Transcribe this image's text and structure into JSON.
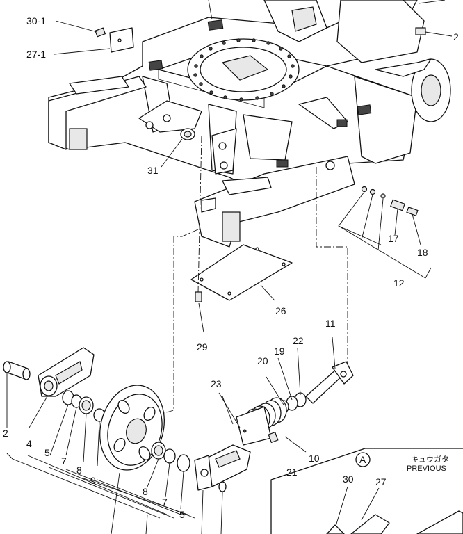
{
  "diagram": {
    "labels": [
      {
        "id": "l30_1",
        "text": "30-1"
      },
      {
        "id": "l27_1",
        "text": "27-1"
      },
      {
        "id": "l2_top",
        "text": "2"
      },
      {
        "id": "l31",
        "text": "31"
      },
      {
        "id": "l17",
        "text": "17"
      },
      {
        "id": "l18",
        "text": "18"
      },
      {
        "id": "l12",
        "text": "12"
      },
      {
        "id": "l26",
        "text": "26"
      },
      {
        "id": "l29",
        "text": "29"
      },
      {
        "id": "l11",
        "text": "11"
      },
      {
        "id": "l19",
        "text": "19"
      },
      {
        "id": "l22",
        "text": "22"
      },
      {
        "id": "l20",
        "text": "20"
      },
      {
        "id": "l23",
        "text": "23"
      },
      {
        "id": "l10",
        "text": "10"
      },
      {
        "id": "l21",
        "text": "21"
      },
      {
        "id": "l2_left",
        "text": "2"
      },
      {
        "id": "l4",
        "text": "4"
      },
      {
        "id": "l5a",
        "text": "5"
      },
      {
        "id": "l7a",
        "text": "7"
      },
      {
        "id": "l8a",
        "text": "8"
      },
      {
        "id": "l9",
        "text": "9"
      },
      {
        "id": "l8b",
        "text": "8"
      },
      {
        "id": "l7b",
        "text": "7"
      },
      {
        "id": "l5b",
        "text": "5"
      },
      {
        "id": "l30",
        "text": "30"
      },
      {
        "id": "l27",
        "text": "27"
      }
    ],
    "callout": {
      "letter": "A",
      "japanese": "キュウガタ",
      "english": "PREVIOUS"
    }
  }
}
